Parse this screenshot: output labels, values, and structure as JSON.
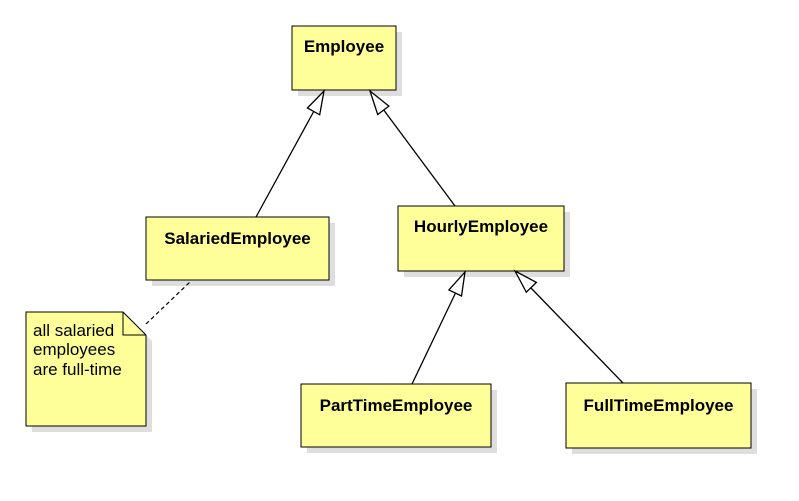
{
  "colors": {
    "class_fill": "#ffff99",
    "note_fill": "#ffff99",
    "stroke": "#000000",
    "shadow": "#dedede"
  },
  "classes": {
    "employee": "Employee",
    "salaried_employee": "SalariedEmployee",
    "hourly_employee": "HourlyEmployee",
    "part_time_employee": "PartTimeEmployee",
    "full_time_employee": "FullTimeEmployee"
  },
  "note": {
    "lines": [
      "all salaried",
      "employees",
      "are full-time"
    ]
  },
  "relationships": [
    {
      "type": "generalization",
      "from": "SalariedEmployee",
      "to": "Employee"
    },
    {
      "type": "generalization",
      "from": "HourlyEmployee",
      "to": "Employee"
    },
    {
      "type": "generalization",
      "from": "PartTimeEmployee",
      "to": "HourlyEmployee"
    },
    {
      "type": "generalization",
      "from": "FullTimeEmployee",
      "to": "HourlyEmployee"
    },
    {
      "type": "note-anchor",
      "from": "note",
      "to": "SalariedEmployee"
    }
  ]
}
